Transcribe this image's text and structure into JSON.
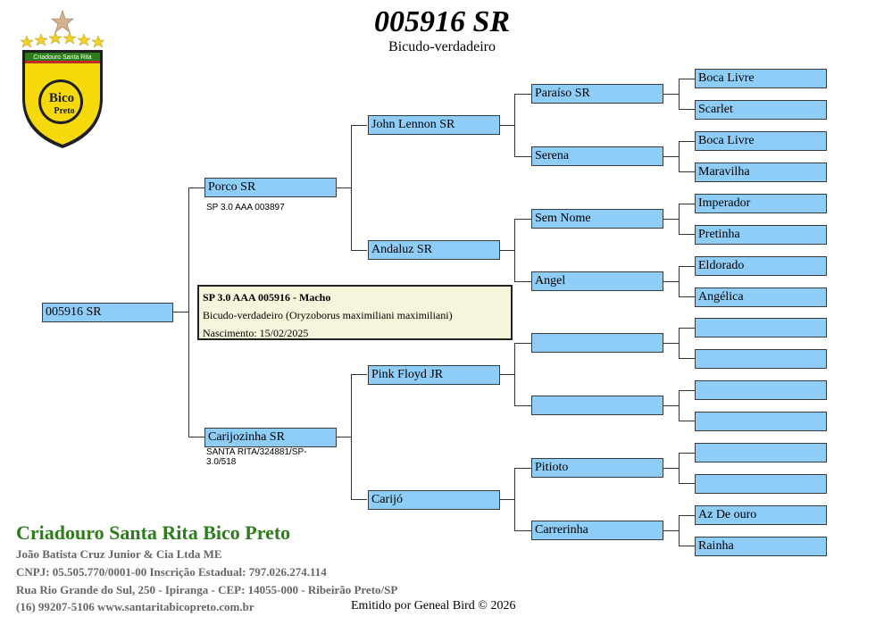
{
  "header": {
    "title": "005916 SR",
    "subtitle": "Bicudo-verdadeiro"
  },
  "logo": {
    "top_text": "Criadouro  Santa Rita",
    "text1": "Bico",
    "text2": "Preto"
  },
  "subject": {
    "name": "005916 SR"
  },
  "info": {
    "line1": "SP 3.0 AAA 005916 - Macho",
    "line2": "Bicudo-verdadeiro (Oryzoborus maximiliani maximiliani)",
    "line3": "Nascimento: 15/02/2025"
  },
  "parents": {
    "sire": {
      "name": "Porco SR",
      "ring": "SP 3.0 AAA 003897"
    },
    "dam": {
      "name": "Carijozinha SR",
      "ring": "SANTA RITA/324881/SP-3.0/518"
    }
  },
  "grandparents": [
    "John Lennon SR",
    "Andaluz SR",
    "Pink Floyd JR",
    "Carijó"
  ],
  "great_grandparents": [
    "Paraíso SR",
    "Serena",
    "Sem Nome",
    "Angel",
    "",
    "",
    "Pitioto",
    "Carrerinha"
  ],
  "gen4": [
    "Boca Livre",
    "Scarlet",
    "Boca Livre",
    "Maravilha",
    "Imperador",
    "Pretinha",
    "Eldorado",
    "Angélica",
    "",
    "",
    "",
    "",
    "",
    "",
    "Az De ouro",
    "Rainha"
  ],
  "footer": {
    "name": "Criadouro Santa Rita Bico Preto",
    "line1": "João Batista Cruz Junior & Cia Ltda ME",
    "line2": "CNPJ: 05.505.770/0001-00 Inscrição Estadual: 797.026.274.114",
    "line3": "Rua Rio Grande do Sul, 250 - Ipiranga - CEP: 14055-000 - Ribeirão Preto/SP",
    "line4": "(16) 99207-5106 www.santaritabicopreto.com.br",
    "emitted": "Emitido por Geneal Bird © 2026"
  },
  "colors": {
    "box": "#8ecdf7",
    "info_bg": "#f5f5dc",
    "brand_green": "#2e7d1d",
    "logo_yellow": "#f5d90a"
  }
}
